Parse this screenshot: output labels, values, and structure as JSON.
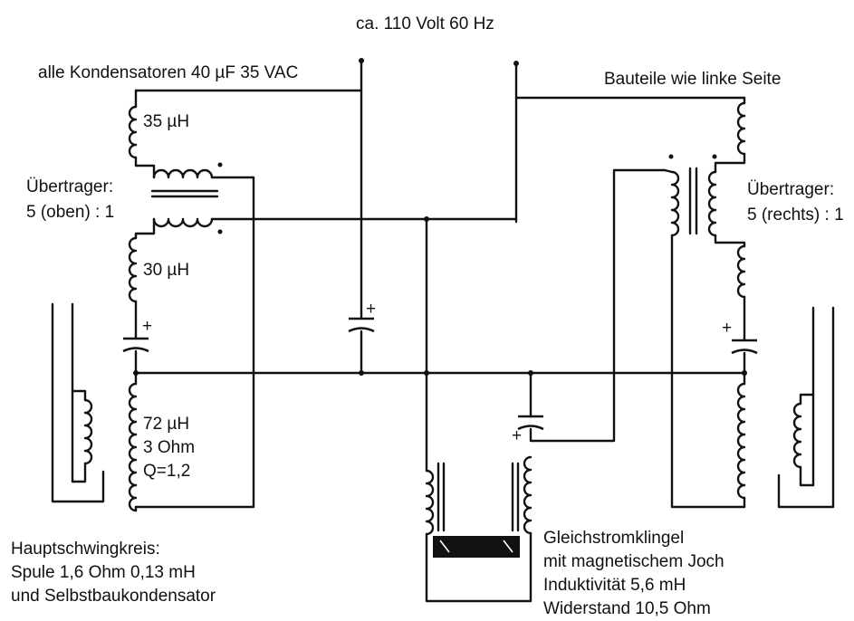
{
  "labels": {
    "supply": "ca. 110 Volt 60 Hz",
    "capacitors": "alle Kondensatoren 40 µF 35 VAC",
    "right_parts": "Bauteile wie linke Seite",
    "coil_top": "35 µH",
    "transformer_left": [
      "Übertrager:",
      "5 (oben) : 1"
    ],
    "coil_mid": "30 µH",
    "coil_bottom": [
      "72 µH",
      "3 Ohm",
      "Q=1,2"
    ],
    "transformer_right": [
      "Übertrager:",
      "5 (rechts) : 1"
    ],
    "main_circuit": [
      "Hauptschwingkreis:",
      "Spule 1,6 Ohm 0,13 mH",
      "und Selbstbaukondensator"
    ],
    "bell": [
      "Gleichstromklingel",
      "mit magnetischem Joch",
      "Induktivität 5,6 mH",
      "Widerstand 10,5 Ohm"
    ]
  },
  "polarity_mark": "+"
}
